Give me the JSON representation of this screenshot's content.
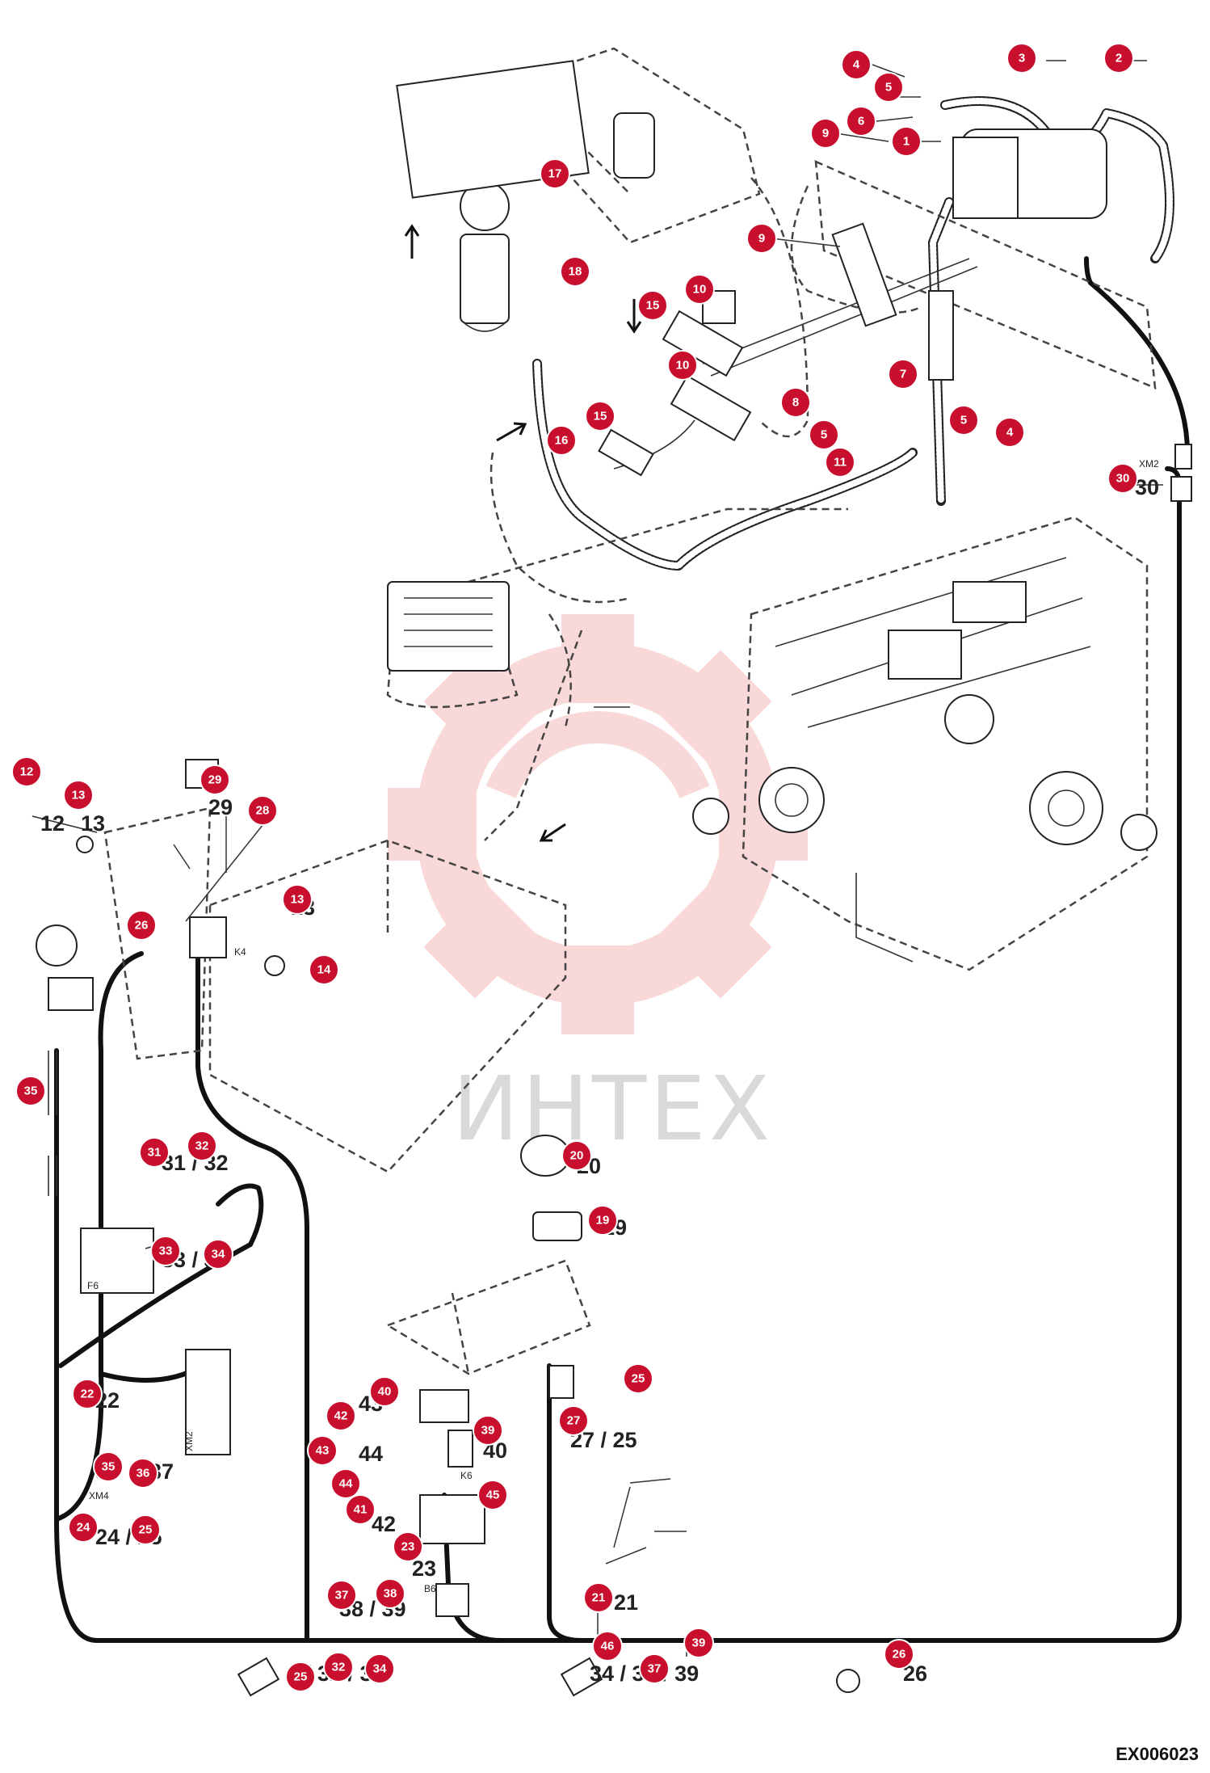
{
  "figure_id": "EX006023",
  "watermark": "ИНТЕХ",
  "callouts": [
    "1",
    "2",
    "3",
    "4",
    "4",
    "5",
    "5",
    "5",
    "6",
    "7",
    "8",
    "9",
    "9",
    "10",
    "10",
    "11",
    "12",
    "13",
    "13",
    "14",
    "15",
    "15",
    "16",
    "17",
    "18",
    "19",
    "20",
    "21",
    "22",
    "23",
    "24",
    "25",
    "25",
    "25",
    "26",
    "26",
    "27",
    "28",
    "29",
    "30",
    "31",
    "32",
    "32",
    "33",
    "34",
    "34",
    "35",
    "35",
    "36",
    "37",
    "37",
    "38",
    "39",
    "39",
    "40",
    "41",
    "42",
    "43",
    "44",
    "45",
    "46"
  ],
  "part_labels": [
    "12",
    "13",
    "29",
    "13",
    "20",
    "19",
    "22",
    "27 / 25",
    "24 / 25",
    "36",
    "37",
    "43",
    "44",
    "40",
    "42",
    "23",
    "38 / 39",
    "21",
    "/ 32 / 35",
    "34 / 37 / 39",
    "26",
    "30",
    "31 / 32",
    "33 / 34"
  ],
  "connector_codes": {
    "k4": "K4",
    "f6": "F6",
    "xm4": "XM4",
    "xm2_a": "XM2",
    "xm2_b": "XM2",
    "k6": "K6",
    "b6": "B6"
  },
  "colors": {
    "callout": "#c8102e",
    "line": "#222222",
    "watermark": "#f3b9b9"
  }
}
